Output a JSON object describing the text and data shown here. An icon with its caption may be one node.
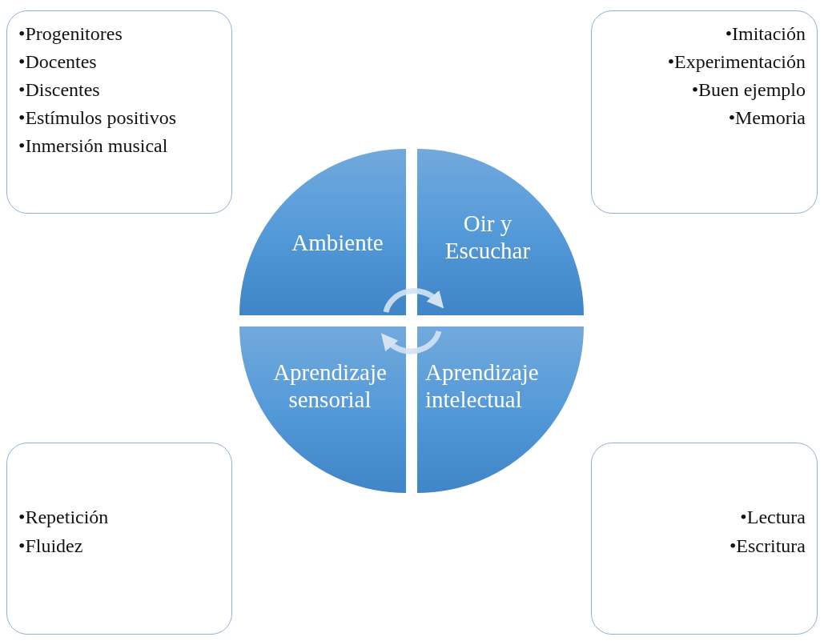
{
  "diagram": {
    "nodes": [
      {
        "text": [
          "•Progenitores",
          "•Docentes",
          "•Discentes",
          "•Estímulos positivos",
          "•Inmersión musical"
        ]
      },
      {
        "text": [
          "•Imitación",
          "•Experimentación",
          "•Buen ejemplo",
          "•Memoria"
        ]
      },
      {
        "text": [
          "Ambiente"
        ]
      },
      {
        "text": [
          "Oir y Escuchar"
        ]
      },
      {
        "text": [
          "Aprendizaje sensorial"
        ]
      },
      {
        "text": [
          "Aprendizaje intelectual"
        ]
      },
      {
        "text": [
          "•Repetición",
          "•Fluidez"
        ]
      },
      {
        "text": [
          "•Lectura",
          "•Escritura"
        ]
      }
    ],
    "edges": [
      {
        "from": 2,
        "to": 3,
        "arrow": "to"
      },
      {
        "from": 5,
        "to": 4,
        "arrow": "to"
      }
    ]
  }
}
